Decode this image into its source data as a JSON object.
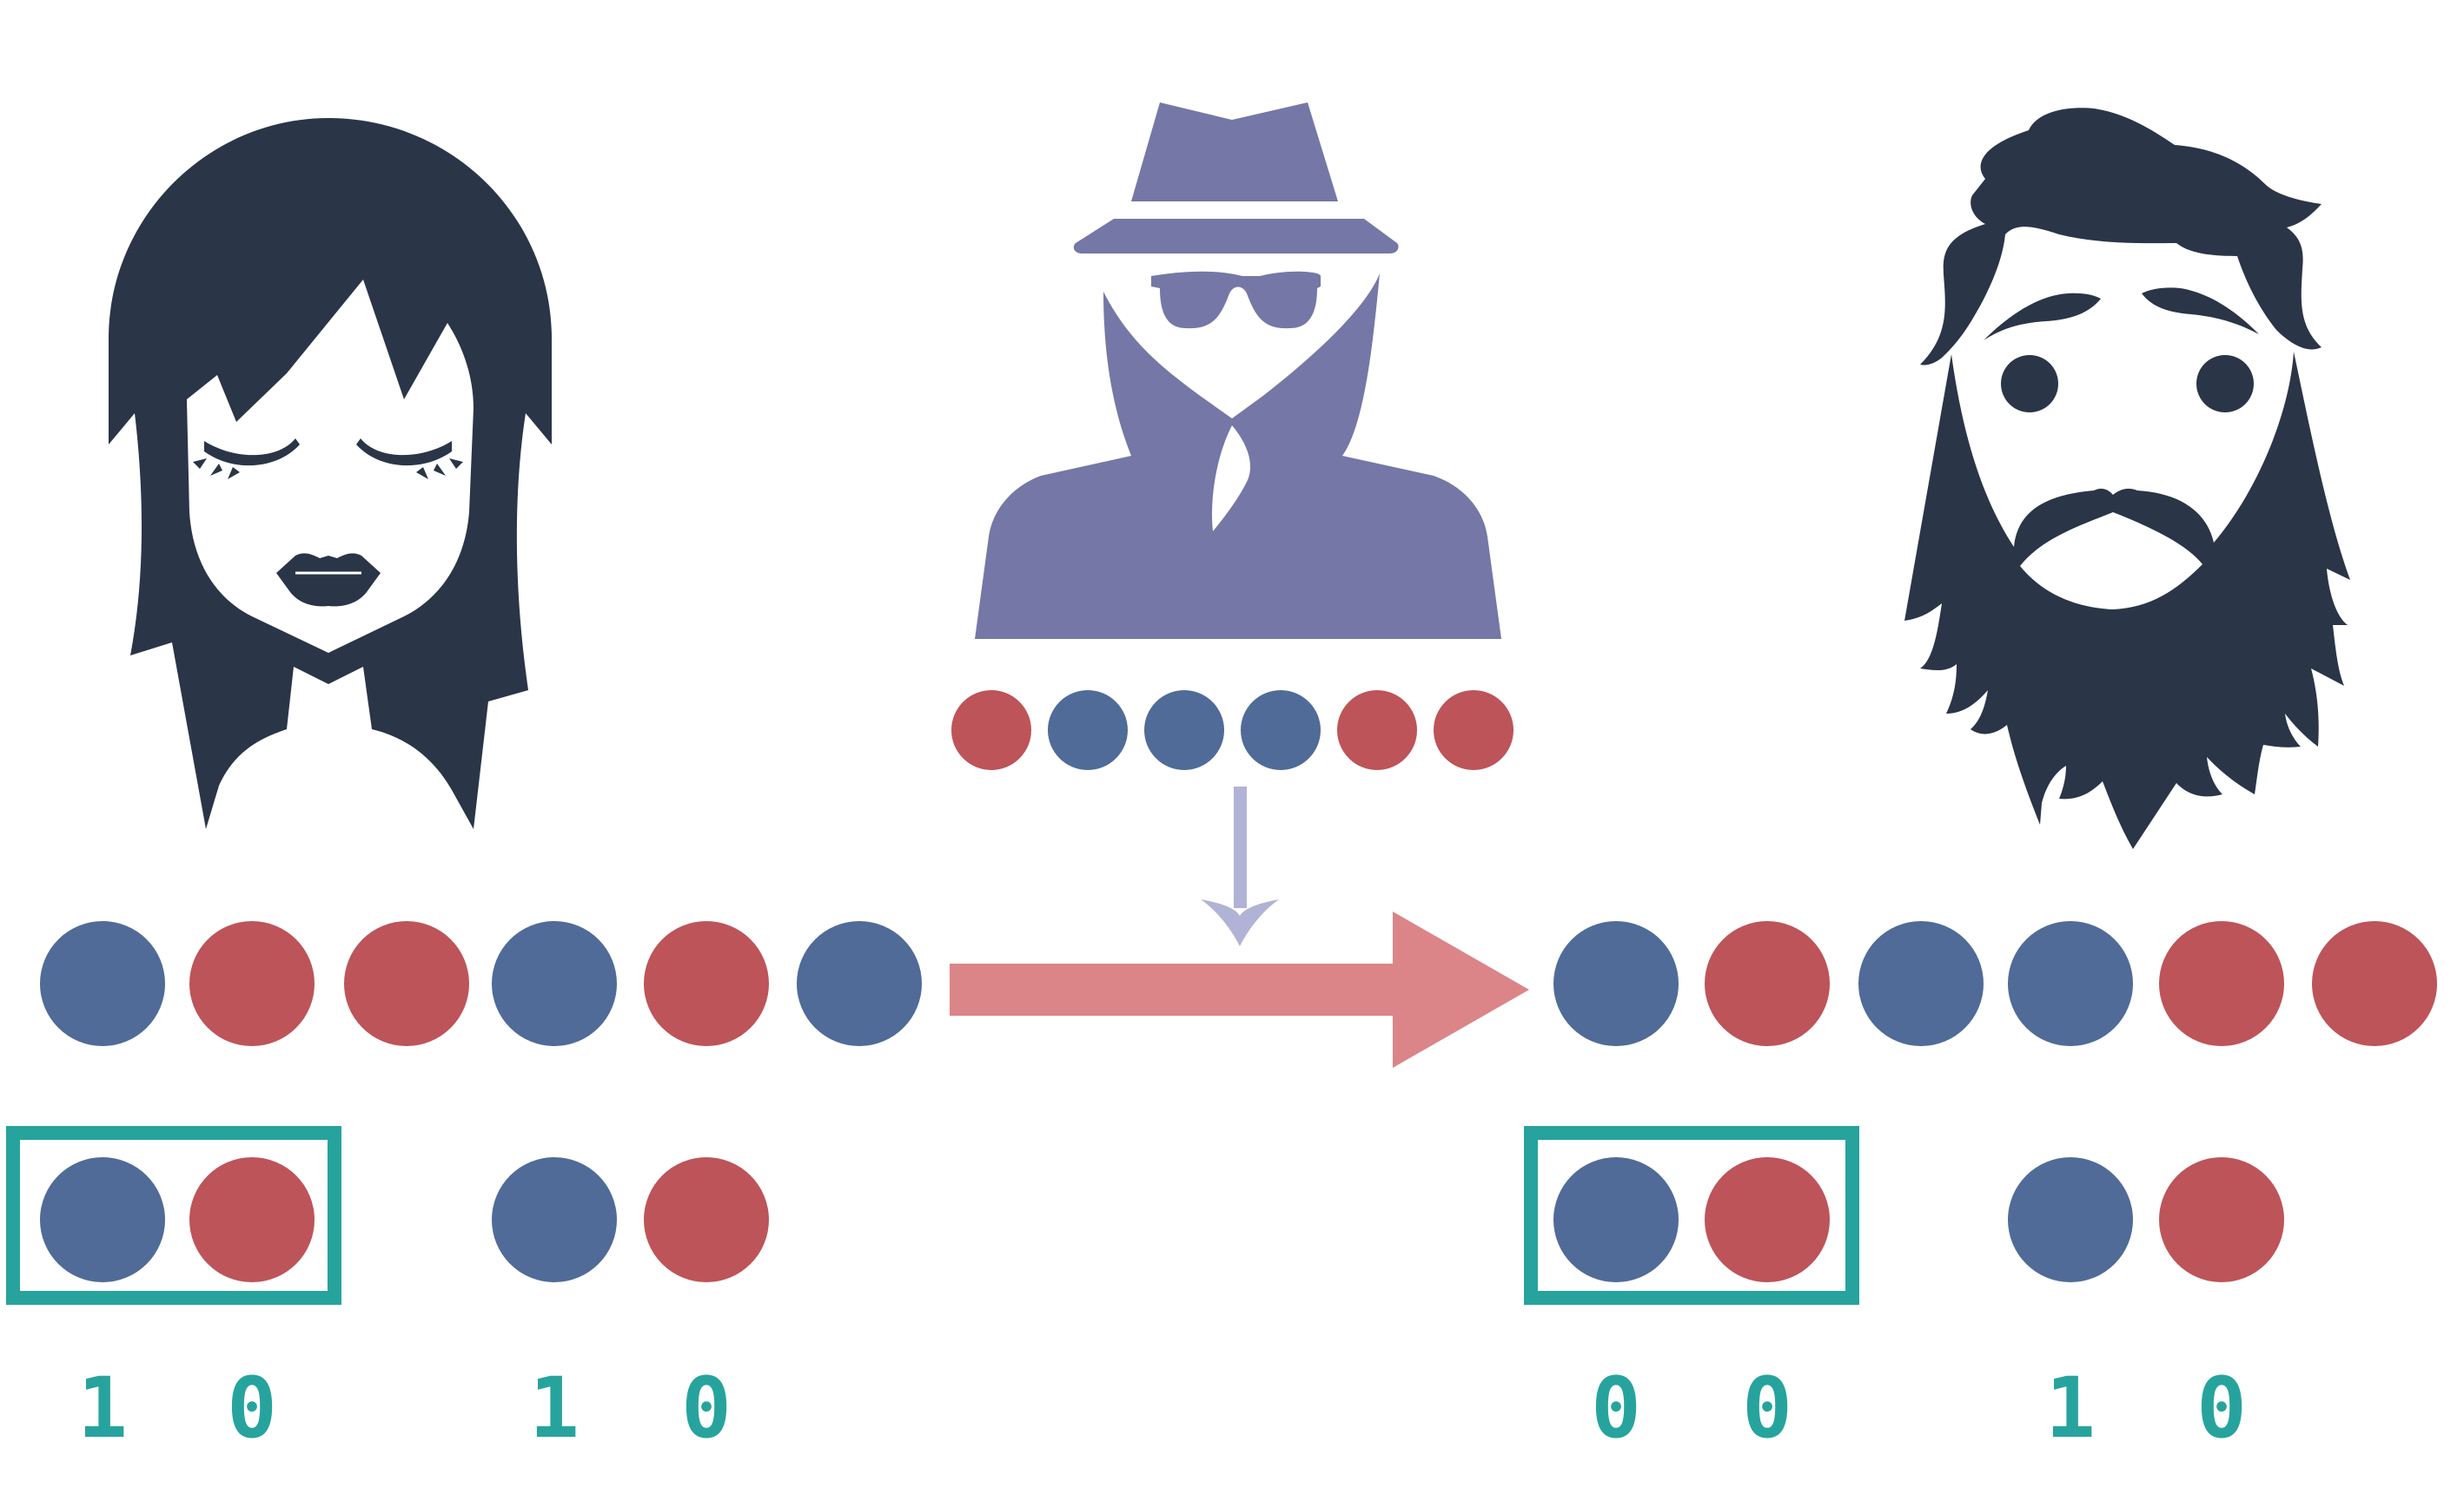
{
  "colors": {
    "dark": "#2b3548",
    "spy": "#7577a6",
    "photon_blue": "#506b98",
    "photon_red": "#bd5459",
    "channel_arrow": "#db8589",
    "intercept_arrow": "#b0b3d6",
    "highlight": "#27a39e",
    "background": "#ffffff"
  },
  "characters": {
    "sender": {
      "icon": "woman-avatar-icon"
    },
    "eavesdropper": {
      "icon": "spy-icon"
    },
    "receiver": {
      "icon": "bearded-man-icon"
    }
  },
  "eavesdropper_sequence": [
    "red",
    "blue",
    "blue",
    "blue",
    "red",
    "red"
  ],
  "sent_sequence": [
    "blue",
    "red",
    "red",
    "blue",
    "red",
    "blue"
  ],
  "received_sequence": [
    "blue",
    "red",
    "blue",
    "blue",
    "red",
    "red"
  ],
  "sent_groups": [
    {
      "photons": [
        "blue",
        "red"
      ],
      "bits": [
        "1",
        "0"
      ],
      "highlighted": true
    },
    {
      "photons": [
        "blue",
        "red"
      ],
      "bits": [
        "1",
        "0"
      ],
      "highlighted": false
    }
  ],
  "received_groups": [
    {
      "photons": [
        "blue",
        "red"
      ],
      "bits": [
        "0",
        "0"
      ],
      "highlighted": true
    },
    {
      "photons": [
        "blue",
        "red"
      ],
      "bits": [
        "1",
        "0"
      ],
      "highlighted": false
    }
  ]
}
